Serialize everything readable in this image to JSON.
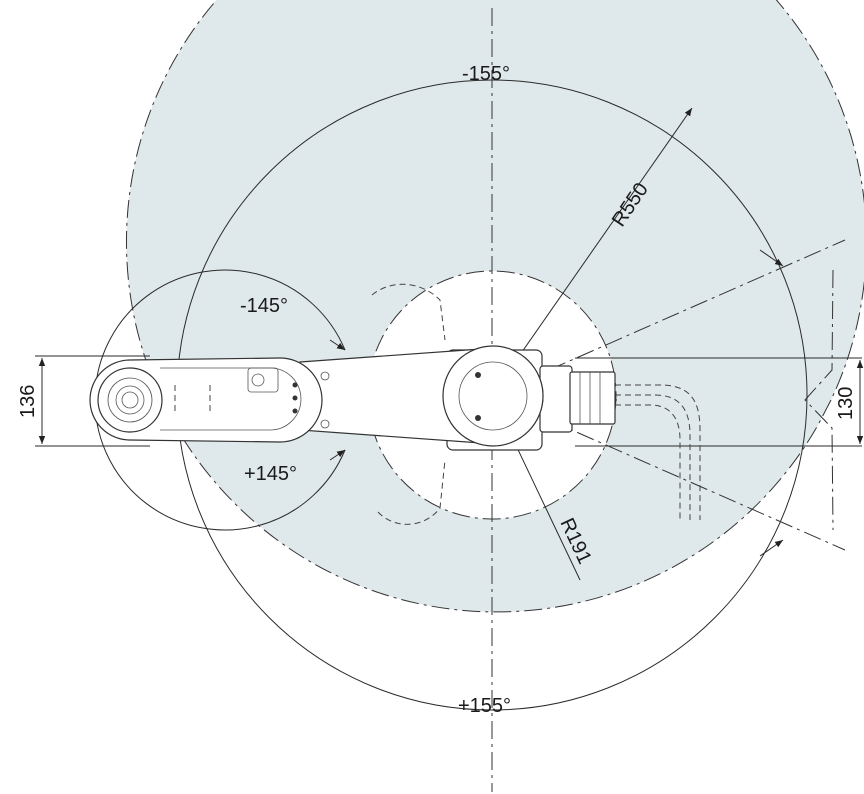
{
  "diagram": {
    "labels": {
      "angle_top": "-155°",
      "angle_bottom": "+155°",
      "angle_arm_neg": "-145°",
      "angle_arm_pos": "+145°",
      "radius_outer": "R550",
      "radius_inner": "R191",
      "width_left": "136",
      "width_right": "130"
    },
    "colors": {
      "work_area": "#dfe8ea",
      "inner_area": "#ffffff",
      "line": "#2a2a2a"
    }
  }
}
